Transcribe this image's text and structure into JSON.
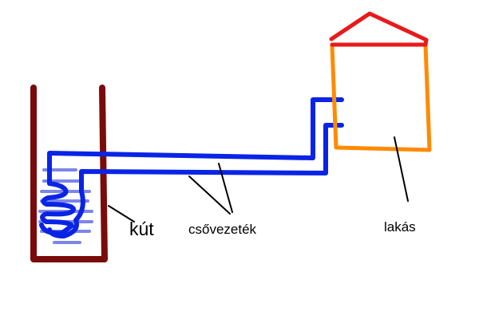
{
  "labels": {
    "well": "kút",
    "pipeline": "csővezeték",
    "house": "lakás"
  },
  "colors": {
    "background": "#ffffff",
    "well_wall": "#7a0b0b",
    "pipe": "#0a24e6",
    "water": "#7d86e8",
    "house_wall": "#ff8a00",
    "roof": "#e81a1a",
    "leader_line": "#000000"
  }
}
